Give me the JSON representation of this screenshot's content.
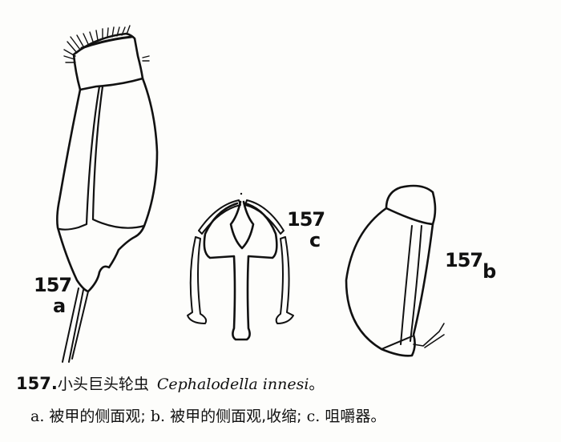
{
  "figure": {
    "number": "157",
    "panels": [
      {
        "id": "a",
        "number_label": "157",
        "letter_label": "a",
        "description": "被甲的侧面观"
      },
      {
        "id": "b",
        "number_label": "157",
        "letter_label": "b",
        "description": "被甲的侧面观,收缩"
      },
      {
        "id": "c",
        "number_label": "157",
        "letter_label": "c",
        "description": "咀嚼器"
      }
    ]
  },
  "caption": {
    "line1": {
      "number": "157.",
      "chinese_name": "小头巨头轮虫",
      "latin_name": "Cephalodella innesi",
      "end_mark": "。"
    },
    "line2": {
      "a_letter": "a.",
      "a_text": "被甲的侧面观;",
      "b_letter": "b.",
      "b_text": "被甲的侧面观,收缩;",
      "c_letter": "c.",
      "c_text": "咀嚼器。"
    }
  },
  "colors": {
    "ink": "#111111",
    "paper": "#fdfdfb"
  }
}
